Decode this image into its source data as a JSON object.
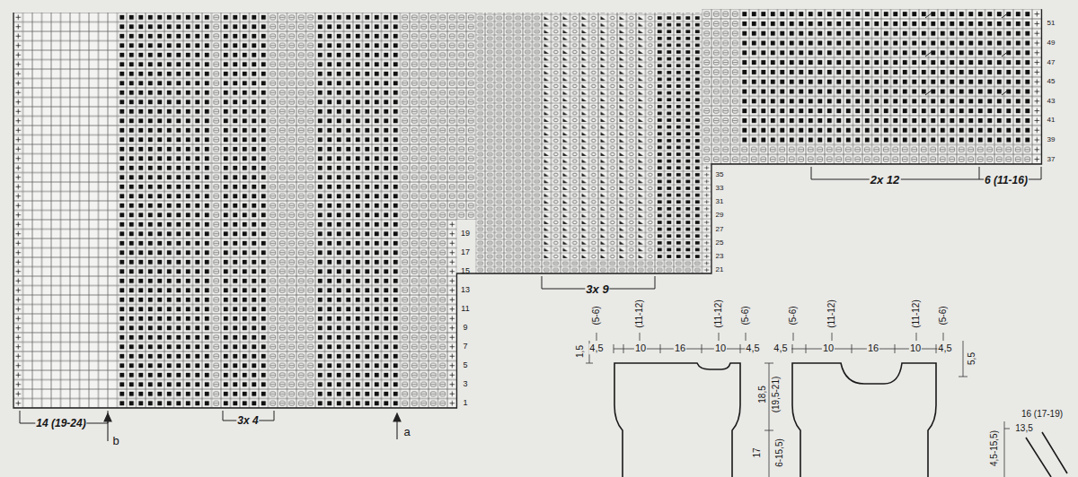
{
  "diagram": {
    "labels": [
      "1",
      "3",
      "5",
      "7",
      "9",
      "11",
      "13",
      "15",
      "17",
      "19",
      "21",
      "23",
      "25",
      "27",
      "29",
      "31",
      "33",
      "35",
      "37",
      "39",
      "41",
      "43",
      "45",
      "47",
      "49",
      "51",
      "14 (19-24)",
      "b",
      "3x 4",
      "a",
      "3x 9",
      "2x 12",
      "6 (11-16)",
      "(5-6)",
      "(11-12)",
      "(11-12)",
      "(5-6)",
      "4,5",
      "10",
      "16",
      "10",
      "4,5",
      "1,5",
      "18,5",
      "(19,5-21)",
      "17",
      "6-15,5)",
      "(5-6)",
      "(11-12)",
      "(11-12)",
      "(5-6)",
      "4,5",
      "10",
      "16",
      "10",
      "4,5",
      "5,5",
      "16 (17-19)",
      "13,5",
      "4,5-15,5)"
    ]
  }
}
